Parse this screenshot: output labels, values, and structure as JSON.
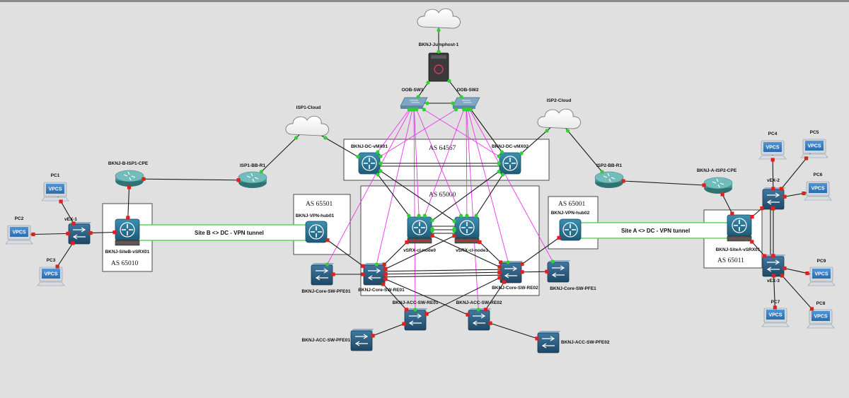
{
  "colors": {
    "background": "#e0e0e0",
    "link": "#1a1a1a",
    "oob_link": "#ee33ee",
    "port_up": "#2fd12f",
    "port_down": "#e0201b",
    "tunnel": "#5bd65b",
    "router": "#2a6e8a",
    "switch": "#2c5778",
    "cpe": "#4d9a9a"
  },
  "as_boxes": [
    {
      "id": "as64567",
      "label": "AS 64567"
    },
    {
      "id": "as65000",
      "label": "AS 65000"
    },
    {
      "id": "as65501",
      "label": "AS 65501"
    },
    {
      "id": "as65001",
      "label": "AS 65001"
    },
    {
      "id": "as65010",
      "label": "AS 65010"
    },
    {
      "id": "as65011",
      "label": "AS 65011"
    }
  ],
  "tunnels": [
    {
      "id": "siteB",
      "label": "Site B <> DC - VPN tunnel"
    },
    {
      "id": "siteA",
      "label": "Site A <> DC - VPN tunnel"
    }
  ],
  "nodes": [
    {
      "id": "jumphost-cloud",
      "type": "cloud",
      "label": ""
    },
    {
      "id": "jumphost",
      "type": "server",
      "label": "BKNJ-Jumphost-1"
    },
    {
      "id": "oob-sw1",
      "type": "flat-switch",
      "label": "OOB-SW1"
    },
    {
      "id": "oob-sw2",
      "type": "flat-switch",
      "label": "OOB-SW2"
    },
    {
      "id": "isp1-cloud",
      "type": "cloud",
      "label": "ISP1-Cloud"
    },
    {
      "id": "isp2-cloud",
      "type": "cloud",
      "label": "ISP2-Cloud"
    },
    {
      "id": "isp1-bb-r1",
      "type": "cpe",
      "label": "ISP1-BB-R1"
    },
    {
      "id": "isp2-bb-r1",
      "type": "cpe",
      "label": "ISP2-BB-R1"
    },
    {
      "id": "siteb-cpe",
      "type": "cpe",
      "label": "BKNJ-B-ISP1-CPE"
    },
    {
      "id": "sitea-cpe",
      "type": "cpe",
      "label": "BKNJ-A-ISP2-CPE"
    },
    {
      "id": "dc-vmx01",
      "type": "router",
      "label": "BKNJ-DC-vMX01"
    },
    {
      "id": "dc-vmx02",
      "type": "router",
      "label": "BKNJ-DC-vMX02"
    },
    {
      "id": "vpn-hub01",
      "type": "router",
      "label": "BKNJ-VPN-hub01"
    },
    {
      "id": "vpn-hub02",
      "type": "router",
      "label": "BKNJ-VPN-hub02"
    },
    {
      "id": "siteb-srx",
      "type": "firewall",
      "label": "BKNJ-SiteB-vSRX01"
    },
    {
      "id": "sitea-srx",
      "type": "firewall",
      "label": "BKNJ-SiteA-vSRX01"
    },
    {
      "id": "cl-node0",
      "type": "firewall",
      "label": "vSRX-cl-node0"
    },
    {
      "id": "cl-node1",
      "type": "firewall",
      "label": "vSRX-cl-node1"
    },
    {
      "id": "core-re01",
      "type": "switch",
      "label": "BKNJ-Core-SW-RE01"
    },
    {
      "id": "core-re02",
      "type": "switch",
      "label": "BKNJ-Core-SW-RE02"
    },
    {
      "id": "core-pfe01",
      "type": "switch",
      "label": "BKNJ-Core-SW-PFE01"
    },
    {
      "id": "core-pfe1",
      "type": "switch",
      "label": "BKNJ-Core-SW-PFE1"
    },
    {
      "id": "acc-re01",
      "type": "switch",
      "label": "BKNJ-ACC-SW-RE01"
    },
    {
      "id": "acc-re02",
      "type": "switch",
      "label": "BKNJ-ACC-SW-RE02"
    },
    {
      "id": "acc-pfe01",
      "type": "switch",
      "label": "BKNJ-ACC-SW-PFE01"
    },
    {
      "id": "acc-pfe02",
      "type": "switch",
      "label": "BKNJ-ACC-SW-PFE02"
    },
    {
      "id": "vex-1",
      "type": "switch",
      "label": "vEX-1"
    },
    {
      "id": "vex-2",
      "type": "switch",
      "label": "vEX-2"
    },
    {
      "id": "vex-3",
      "type": "switch",
      "label": "vEX-3"
    },
    {
      "id": "pc1",
      "type": "vpcs",
      "label": "PC1",
      "text": "VPCS"
    },
    {
      "id": "pc2",
      "type": "vpcs",
      "label": "PC2",
      "text": "VPCS"
    },
    {
      "id": "pc3",
      "type": "vpcs",
      "label": "PC3",
      "text": "VPCS"
    },
    {
      "id": "pc4",
      "type": "vpcs",
      "label": "PC4",
      "text": "VPCS"
    },
    {
      "id": "pc5",
      "type": "vpcs",
      "label": "PC5",
      "text": "VPCS"
    },
    {
      "id": "pc6",
      "type": "vpcs",
      "label": "PC6",
      "text": "VPCS"
    },
    {
      "id": "pc7",
      "type": "vpcs",
      "label": "PC7",
      "text": "VPCS"
    },
    {
      "id": "pc8",
      "type": "vpcs",
      "label": "PC8",
      "text": "VPCS"
    },
    {
      "id": "pc9",
      "type": "vpcs",
      "label": "PC9",
      "text": "VPCS"
    }
  ],
  "links": [
    {
      "a": "jumphost-cloud",
      "b": "jumphost",
      "up": true
    },
    {
      "a": "jumphost",
      "b": "oob-sw1",
      "up": true
    },
    {
      "a": "jumphost",
      "b": "oob-sw2",
      "up": true
    },
    {
      "a": "oob-sw1",
      "b": "oob-sw2",
      "up": true
    },
    {
      "a": "oob-sw1",
      "b": "dc-vmx01",
      "up": true,
      "oob": true
    },
    {
      "a": "oob-sw1",
      "b": "cl-node0",
      "up": true,
      "oob": true
    },
    {
      "a": "oob-sw1",
      "b": "cl-node1",
      "up": true,
      "oob": true
    },
    {
      "a": "oob-sw1",
      "b": "dc-vmx02",
      "up": true,
      "oob": true
    },
    {
      "a": "oob-sw1",
      "b": "core-re01",
      "up": true,
      "oob": true
    },
    {
      "a": "oob-sw1",
      "b": "core-pfe01",
      "up": true,
      "oob": true
    },
    {
      "a": "oob-sw1",
      "b": "acc-re01",
      "up": true,
      "oob": true
    },
    {
      "a": "oob-sw2",
      "b": "dc-vmx02",
      "up": true
    },
    {
      "a": "oob-sw2",
      "b": "dc-vmx01",
      "up": true,
      "oob": true
    },
    {
      "a": "oob-sw2",
      "b": "cl-node1",
      "up": true,
      "oob": true
    },
    {
      "a": "oob-sw2",
      "b": "cl-node0",
      "up": true,
      "oob": true
    },
    {
      "a": "oob-sw2",
      "b": "core-re02",
      "up": true,
      "oob": true
    },
    {
      "a": "oob-sw2",
      "b": "core-pfe1",
      "up": true,
      "oob": true
    },
    {
      "a": "oob-sw2",
      "b": "acc-re02",
      "up": true,
      "oob": true
    },
    {
      "a": "isp1-cloud",
      "b": "dc-vmx01",
      "up": true
    },
    {
      "a": "isp1-cloud",
      "b": "isp1-bb-r1",
      "up": true
    },
    {
      "a": "isp2-cloud",
      "b": "dc-vmx02",
      "up": true
    },
    {
      "a": "isp2-cloud",
      "b": "isp2-bb-r1",
      "up": true
    },
    {
      "a": "dc-vmx01",
      "b": "dc-vmx02",
      "up": true
    },
    {
      "a": "dc-vmx01",
      "b": "dc-vmx02",
      "up": true,
      "offset": 4
    },
    {
      "a": "dc-vmx01",
      "b": "cl-node0",
      "up": true
    },
    {
      "a": "dc-vmx01",
      "b": "cl-node1",
      "up": true
    },
    {
      "a": "dc-vmx02",
      "b": "cl-node0",
      "up": true
    },
    {
      "a": "dc-vmx02",
      "b": "cl-node1",
      "up": true
    },
    {
      "a": "cl-node0",
      "b": "cl-node1",
      "up": true
    },
    {
      "a": "cl-node0",
      "b": "cl-node1",
      "up": true,
      "offset": 5
    },
    {
      "a": "cl-node0",
      "b": "cl-node1",
      "up": true,
      "offset": -5
    },
    {
      "a": "isp1-bb-r1",
      "b": "siteb-cpe",
      "up": false
    },
    {
      "a": "siteb-cpe",
      "b": "siteb-srx",
      "up": false
    },
    {
      "a": "isp2-bb-r1",
      "b": "sitea-cpe",
      "up": false
    },
    {
      "a": "sitea-cpe",
      "b": "sitea-srx",
      "up": false
    },
    {
      "a": "siteb-srx",
      "b": "vex-1",
      "up": false
    },
    {
      "a": "sitea-srx",
      "b": "vex-2",
      "up": false
    },
    {
      "a": "sitea-srx",
      "b": "vex-3",
      "up": false
    },
    {
      "a": "vex-2",
      "b": "vex-3",
      "up": false
    },
    {
      "a": "vex-2",
      "b": "vex-3",
      "up": false,
      "offset": 4
    },
    {
      "a": "vex-1",
      "b": "pc1",
      "up": false
    },
    {
      "a": "vex-1",
      "b": "pc2",
      "up": false
    },
    {
      "a": "vex-1",
      "b": "pc3",
      "up": false
    },
    {
      "a": "vex-2",
      "b": "pc4",
      "up": false
    },
    {
      "a": "vex-2",
      "b": "pc5",
      "up": false
    },
    {
      "a": "vex-2",
      "b": "pc6",
      "up": false
    },
    {
      "a": "vex-3",
      "b": "pc7",
      "up": false
    },
    {
      "a": "vex-3",
      "b": "pc8",
      "up": false
    },
    {
      "a": "vex-3",
      "b": "pc9",
      "up": false
    },
    {
      "a": "cl-node0",
      "b": "core-re01",
      "up": false
    },
    {
      "a": "cl-node0",
      "b": "core-re02",
      "up": false
    },
    {
      "a": "cl-node1",
      "b": "core-re01",
      "up": false
    },
    {
      "a": "cl-node1",
      "b": "core-re02",
      "up": false
    },
    {
      "a": "vpn-hub01",
      "b": "core-re01",
      "up": false
    },
    {
      "a": "vpn-hub02",
      "b": "core-re02",
      "up": false
    },
    {
      "a": "core-re01",
      "b": "core-re02",
      "up": false
    },
    {
      "a": "core-re01",
      "b": "core-re02",
      "up": false,
      "offset": 4
    },
    {
      "a": "core-re01",
      "b": "core-re02",
      "up": false,
      "offset": -4
    },
    {
      "a": "core-pfe01",
      "b": "core-re01",
      "up": false
    },
    {
      "a": "core-re02",
      "b": "core-pfe1",
      "up": false
    },
    {
      "a": "core-re01",
      "b": "acc-re01",
      "up": false
    },
    {
      "a": "core-re01",
      "b": "acc-re02",
      "up": false
    },
    {
      "a": "core-re02",
      "b": "acc-re01",
      "up": false
    },
    {
      "a": "core-re02",
      "b": "acc-re02",
      "up": false
    },
    {
      "a": "acc-re01",
      "b": "acc-pfe01",
      "up": false
    },
    {
      "a": "acc-re02",
      "b": "acc-pfe02",
      "up": false
    }
  ]
}
